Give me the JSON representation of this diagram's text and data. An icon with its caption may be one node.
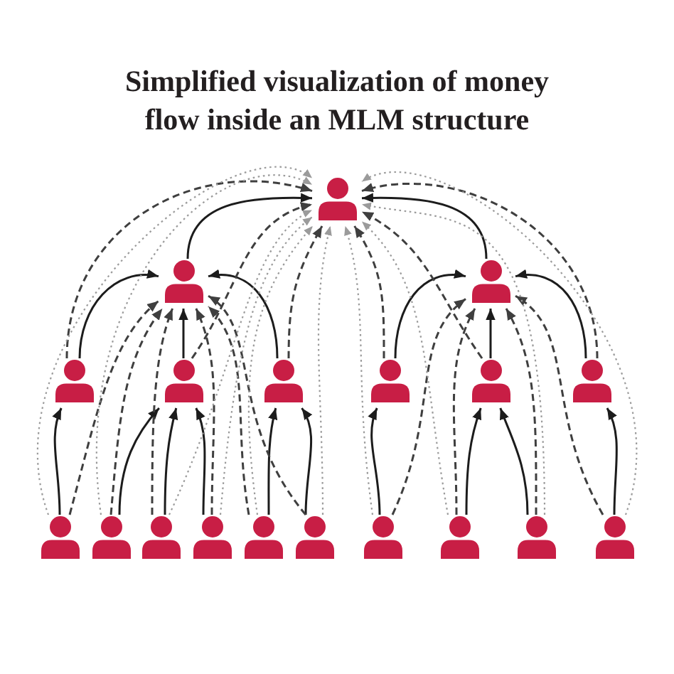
{
  "diagram": {
    "title": "Simplified visualization of money flow inside an MLM structure",
    "nodes": [
      {
        "text": [],
        "shape": "person"
      },
      {
        "text": [],
        "shape": "person"
      },
      {
        "text": [],
        "shape": "person"
      },
      {
        "text": [],
        "shape": "person"
      },
      {
        "text": [],
        "shape": "person"
      },
      {
        "text": [],
        "shape": "person"
      },
      {
        "text": [],
        "shape": "person"
      },
      {
        "text": [],
        "shape": "person"
      },
      {
        "text": [],
        "shape": "person"
      },
      {
        "text": [],
        "shape": "person"
      },
      {
        "text": [],
        "shape": "person"
      },
      {
        "text": [],
        "shape": "person"
      },
      {
        "text": [],
        "shape": "person"
      },
      {
        "text": [],
        "shape": "person"
      },
      {
        "text": [],
        "shape": "person"
      },
      {
        "text": [],
        "shape": "person"
      },
      {
        "text": [],
        "shape": "person"
      },
      {
        "text": [],
        "shape": "person"
      },
      {
        "text": [],
        "shape": "person"
      }
    ],
    "edges": [
      {
        "from": 1,
        "to": 0,
        "arrow": "to"
      },
      {
        "from": 2,
        "to": 0,
        "arrow": "to"
      },
      {
        "from": 3,
        "to": 1,
        "arrow": "to"
      },
      {
        "from": 4,
        "to": 1,
        "arrow": "to"
      },
      {
        "from": 5,
        "to": 1,
        "arrow": "to"
      },
      {
        "from": 6,
        "to": 2,
        "arrow": "to"
      },
      {
        "from": 7,
        "to": 2,
        "arrow": "to"
      },
      {
        "from": 8,
        "to": 2,
        "arrow": "to"
      },
      {
        "from": 9,
        "to": 3,
        "arrow": "to"
      },
      {
        "from": 10,
        "to": 4,
        "arrow": "to"
      },
      {
        "from": 11,
        "to": 4,
        "arrow": "to"
      },
      {
        "from": 12,
        "to": 4,
        "arrow": "to"
      },
      {
        "from": 13,
        "to": 5,
        "arrow": "to"
      },
      {
        "from": 14,
        "to": 5,
        "arrow": "to"
      },
      {
        "from": 15,
        "to": 6,
        "arrow": "to"
      },
      {
        "from": 16,
        "to": 7,
        "arrow": "to"
      },
      {
        "from": 17,
        "to": 7,
        "arrow": "to"
      },
      {
        "from": 18,
        "to": 8,
        "arrow": "to"
      },
      {
        "from": 3,
        "to": 0,
        "arrow": "to",
        "style": "dashed",
        "color": "#3f3f3f"
      },
      {
        "from": 4,
        "to": 0,
        "arrow": "to",
        "style": "dashed",
        "color": "#3f3f3f"
      },
      {
        "from": 5,
        "to": 0,
        "arrow": "to",
        "style": "dashed",
        "color": "#3f3f3f"
      },
      {
        "from": 6,
        "to": 0,
        "arrow": "to",
        "style": "dashed",
        "color": "#3f3f3f"
      },
      {
        "from": 7,
        "to": 0,
        "arrow": "to",
        "style": "dashed",
        "color": "#3f3f3f"
      },
      {
        "from": 8,
        "to": 0,
        "arrow": "to",
        "style": "dashed",
        "color": "#3f3f3f"
      },
      {
        "from": 9,
        "to": 1,
        "arrow": "to",
        "style": "dashed",
        "color": "#3f3f3f"
      },
      {
        "from": 10,
        "to": 1,
        "arrow": "to",
        "style": "dashed",
        "color": "#3f3f3f"
      },
      {
        "from": 11,
        "to": 1,
        "arrow": "to",
        "style": "dashed",
        "color": "#3f3f3f"
      },
      {
        "from": 12,
        "to": 1,
        "arrow": "to",
        "style": "dashed",
        "color": "#3f3f3f"
      },
      {
        "from": 13,
        "to": 1,
        "arrow": "to",
        "style": "dashed",
        "color": "#3f3f3f"
      },
      {
        "from": 14,
        "to": 1,
        "arrow": "to",
        "style": "dashed",
        "color": "#3f3f3f"
      },
      {
        "from": 15,
        "to": 2,
        "arrow": "to",
        "style": "dashed",
        "color": "#3f3f3f"
      },
      {
        "from": 16,
        "to": 2,
        "arrow": "to",
        "style": "dashed",
        "color": "#3f3f3f"
      },
      {
        "from": 17,
        "to": 2,
        "arrow": "to",
        "style": "dashed",
        "color": "#3f3f3f"
      },
      {
        "from": 18,
        "to": 2,
        "arrow": "to",
        "style": "dashed",
        "color": "#3f3f3f"
      },
      {
        "from": 9,
        "to": 0,
        "arrow": "to",
        "style": "dashed",
        "color": "#9b9b9b"
      },
      {
        "from": 10,
        "to": 0,
        "arrow": "to",
        "style": "dashed",
        "color": "#9b9b9b"
      },
      {
        "from": 11,
        "to": 0,
        "arrow": "to",
        "style": "dashed",
        "color": "#9b9b9b"
      },
      {
        "from": 12,
        "to": 0,
        "arrow": "to",
        "style": "dashed",
        "color": "#9b9b9b"
      },
      {
        "from": 13,
        "to": 0,
        "arrow": "to",
        "style": "dashed",
        "color": "#9b9b9b"
      },
      {
        "from": 14,
        "to": 0,
        "arrow": "to",
        "style": "dashed",
        "color": "#9b9b9b"
      },
      {
        "from": 15,
        "to": 0,
        "arrow": "to",
        "style": "dashed",
        "color": "#9b9b9b"
      },
      {
        "from": 16,
        "to": 0,
        "arrow": "to",
        "style": "dashed",
        "color": "#9b9b9b"
      },
      {
        "from": 17,
        "to": 0,
        "arrow": "to",
        "style": "dashed",
        "color": "#9b9b9b"
      },
      {
        "from": 18,
        "to": 0,
        "arrow": "to",
        "style": "dashed",
        "color": "#9b9b9b"
      }
    ]
  }
}
